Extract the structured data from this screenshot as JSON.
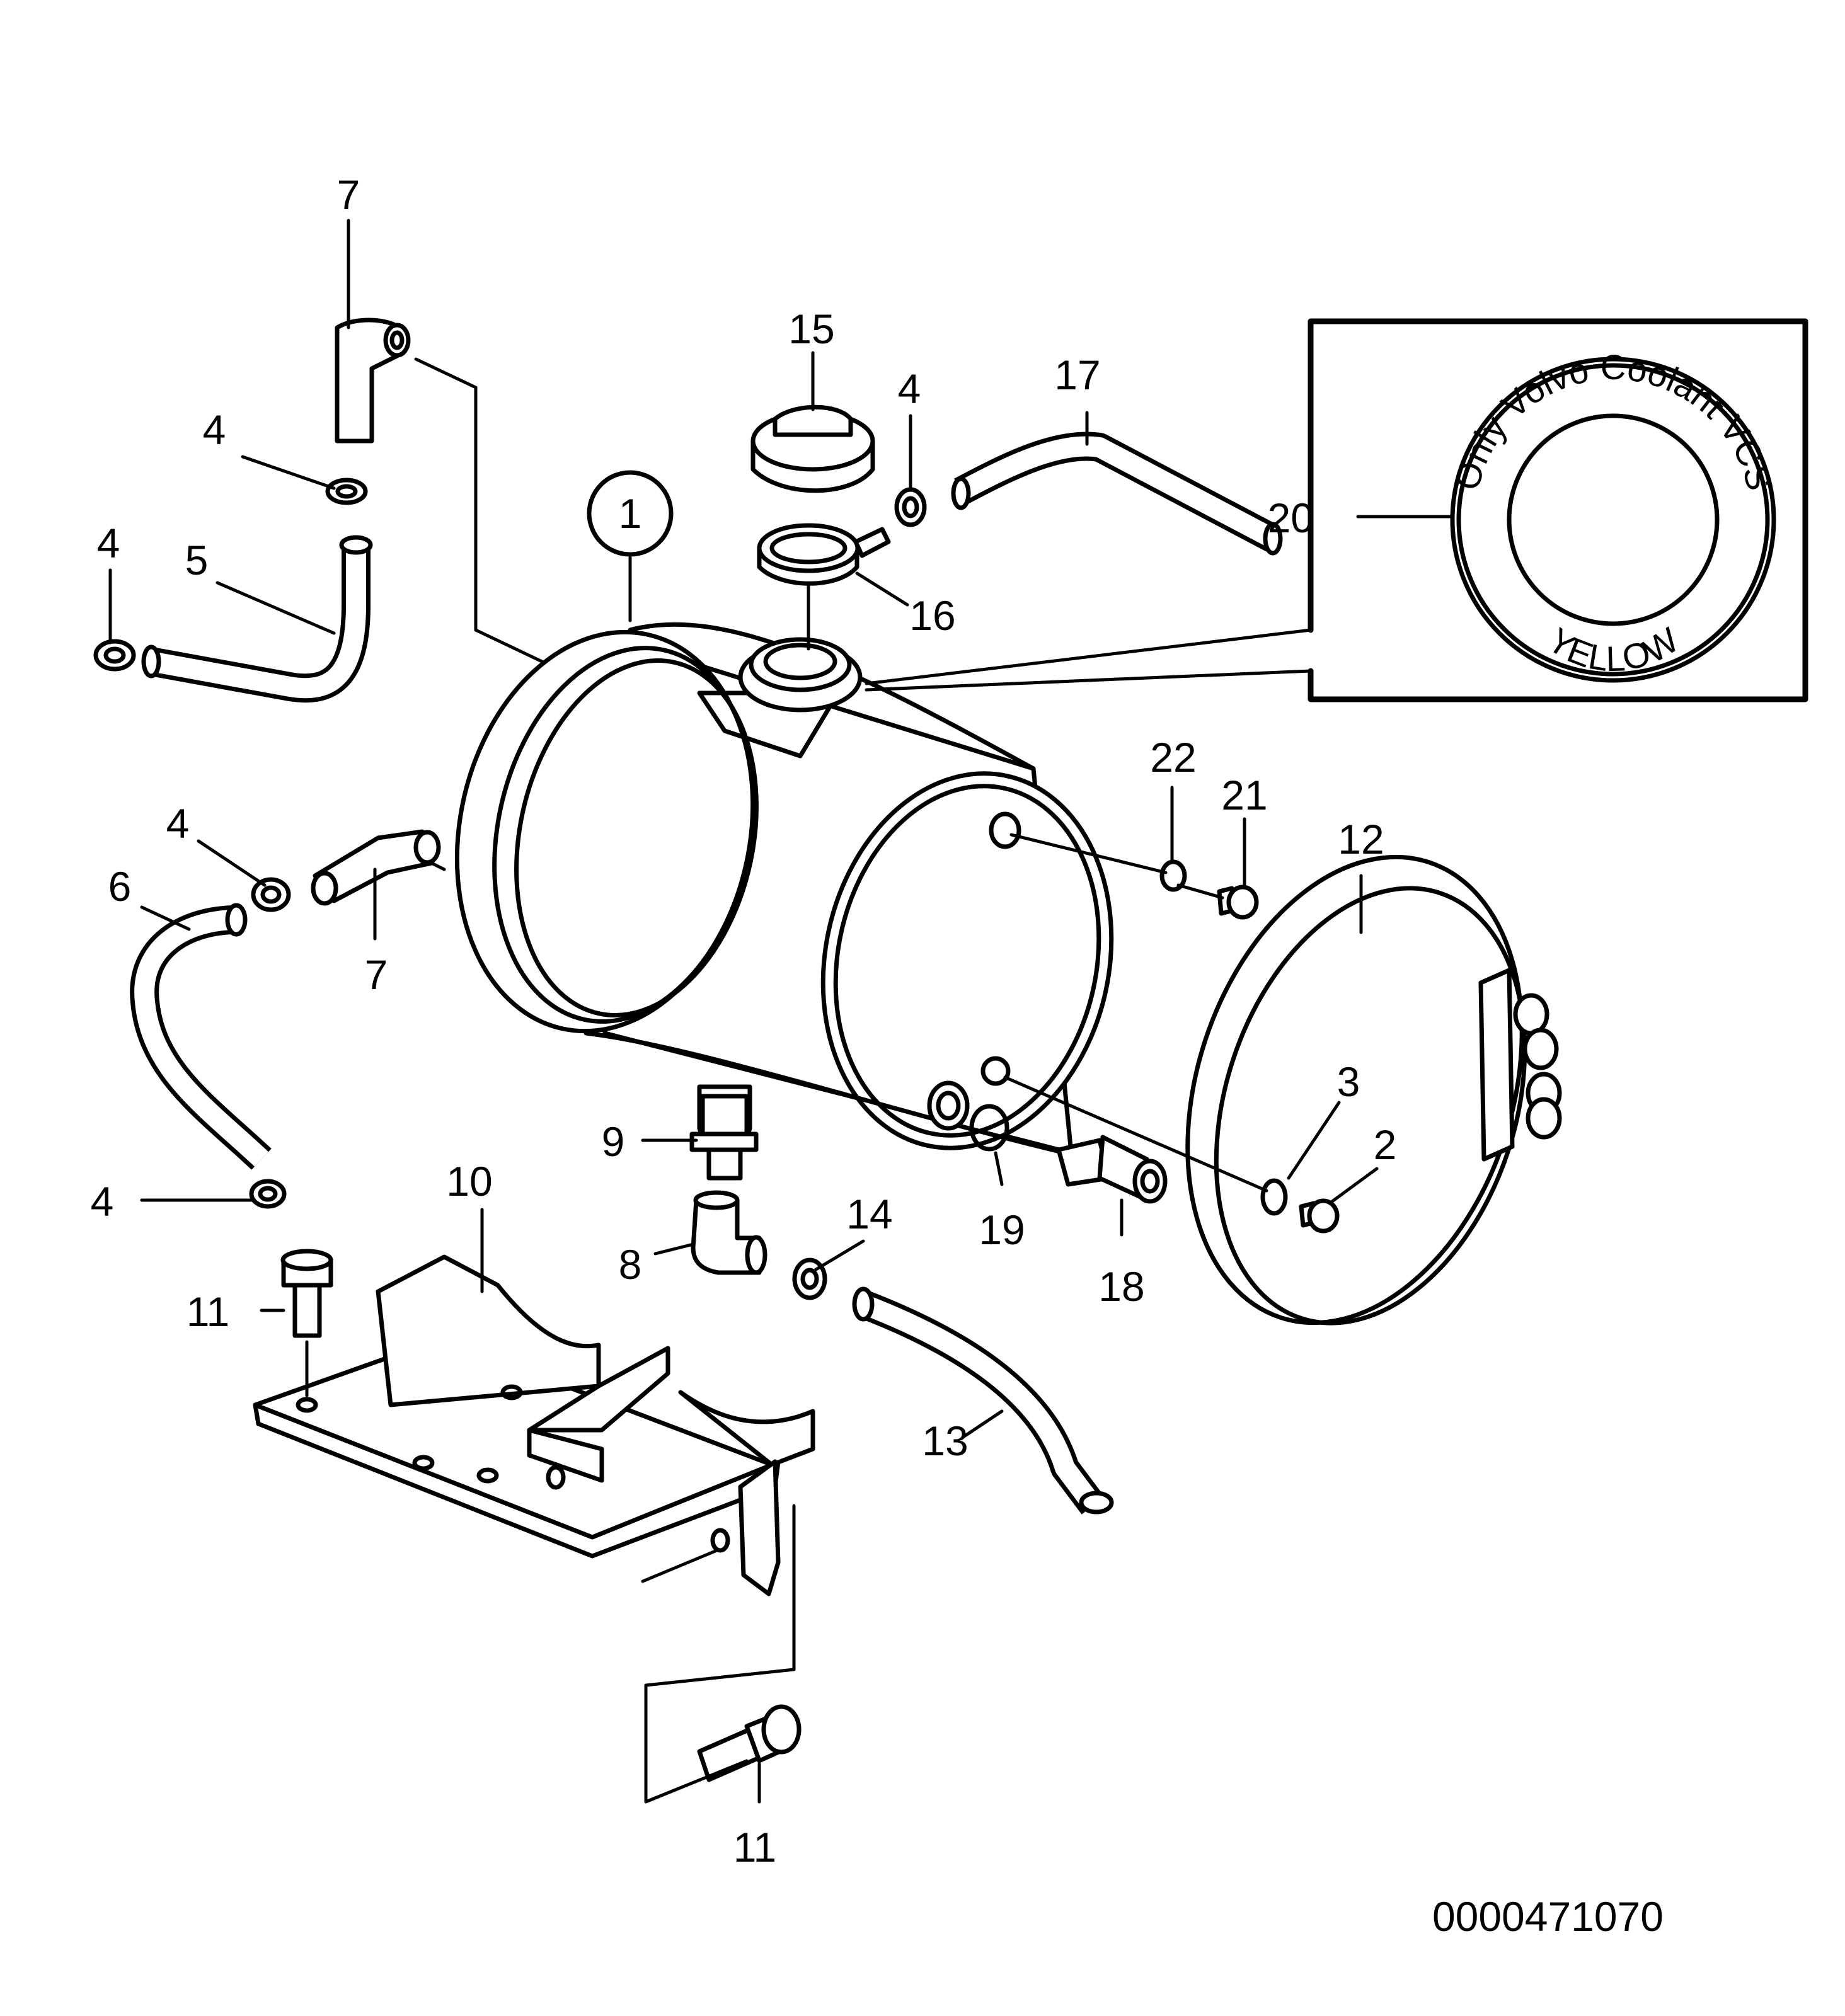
{
  "drawing_number": "0000471070",
  "inset": {
    "ring_text_top": "Only Volvo Coolant VCS",
    "ring_text_bottom": "YELLOW"
  },
  "labels": {
    "p1": "1",
    "p2": "2",
    "p3": "3",
    "p4a": "4",
    "p4b": "4",
    "p4c": "4",
    "p4d": "4",
    "p4e": "4",
    "p5": "5",
    "p6": "6",
    "p7a": "7",
    "p7b": "7",
    "p8": "8",
    "p9": "9",
    "p10": "10",
    "p11a": "11",
    "p11b": "11",
    "p12": "12",
    "p13": "13",
    "p14": "14",
    "p15": "15",
    "p16": "16",
    "p17": "17",
    "p18": "18",
    "p19": "19",
    "p20": "20",
    "p21": "21",
    "p22": "22"
  }
}
